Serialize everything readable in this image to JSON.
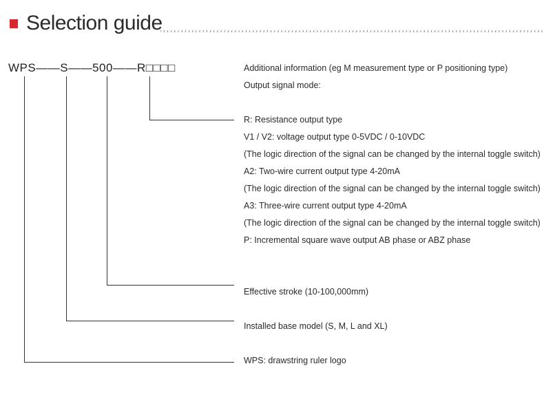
{
  "header": {
    "title": "Selection guide",
    "accent_color": "#d7262f"
  },
  "model_code": {
    "prefix": "WPS",
    "dash1": "——",
    "base": "S",
    "dash2": "——",
    "stroke": "500",
    "dash3": "——",
    "output": "R",
    "boxes": "□□□□"
  },
  "descriptions": {
    "additional_info": "Additional information (eg M measurement type or P positioning type)",
    "output_mode": "Output signal mode:",
    "r_type": "R: Resistance output type",
    "v_type": "V1 / V2: voltage output type 0-5VDC / 0-10VDC",
    "v_note": "(The logic direction of the signal can be changed by the internal toggle switch)",
    "a2_type": "A2: Two-wire current output type 4-20mA",
    "a2_note": "(The logic direction of the signal can be changed by the internal toggle switch)",
    "a3_type": "A3: Three-wire current output type 4-20mA",
    "a3_note": "(The logic direction of the signal can be changed by the internal toggle switch)",
    "p_type": "P: Incremental square wave output AB phase or ABZ phase",
    "stroke": "Effective stroke (10-100,000mm)",
    "base_model": "Installed base model (S, M, L and XL)",
    "logo": "WPS: drawstring ruler logo"
  }
}
